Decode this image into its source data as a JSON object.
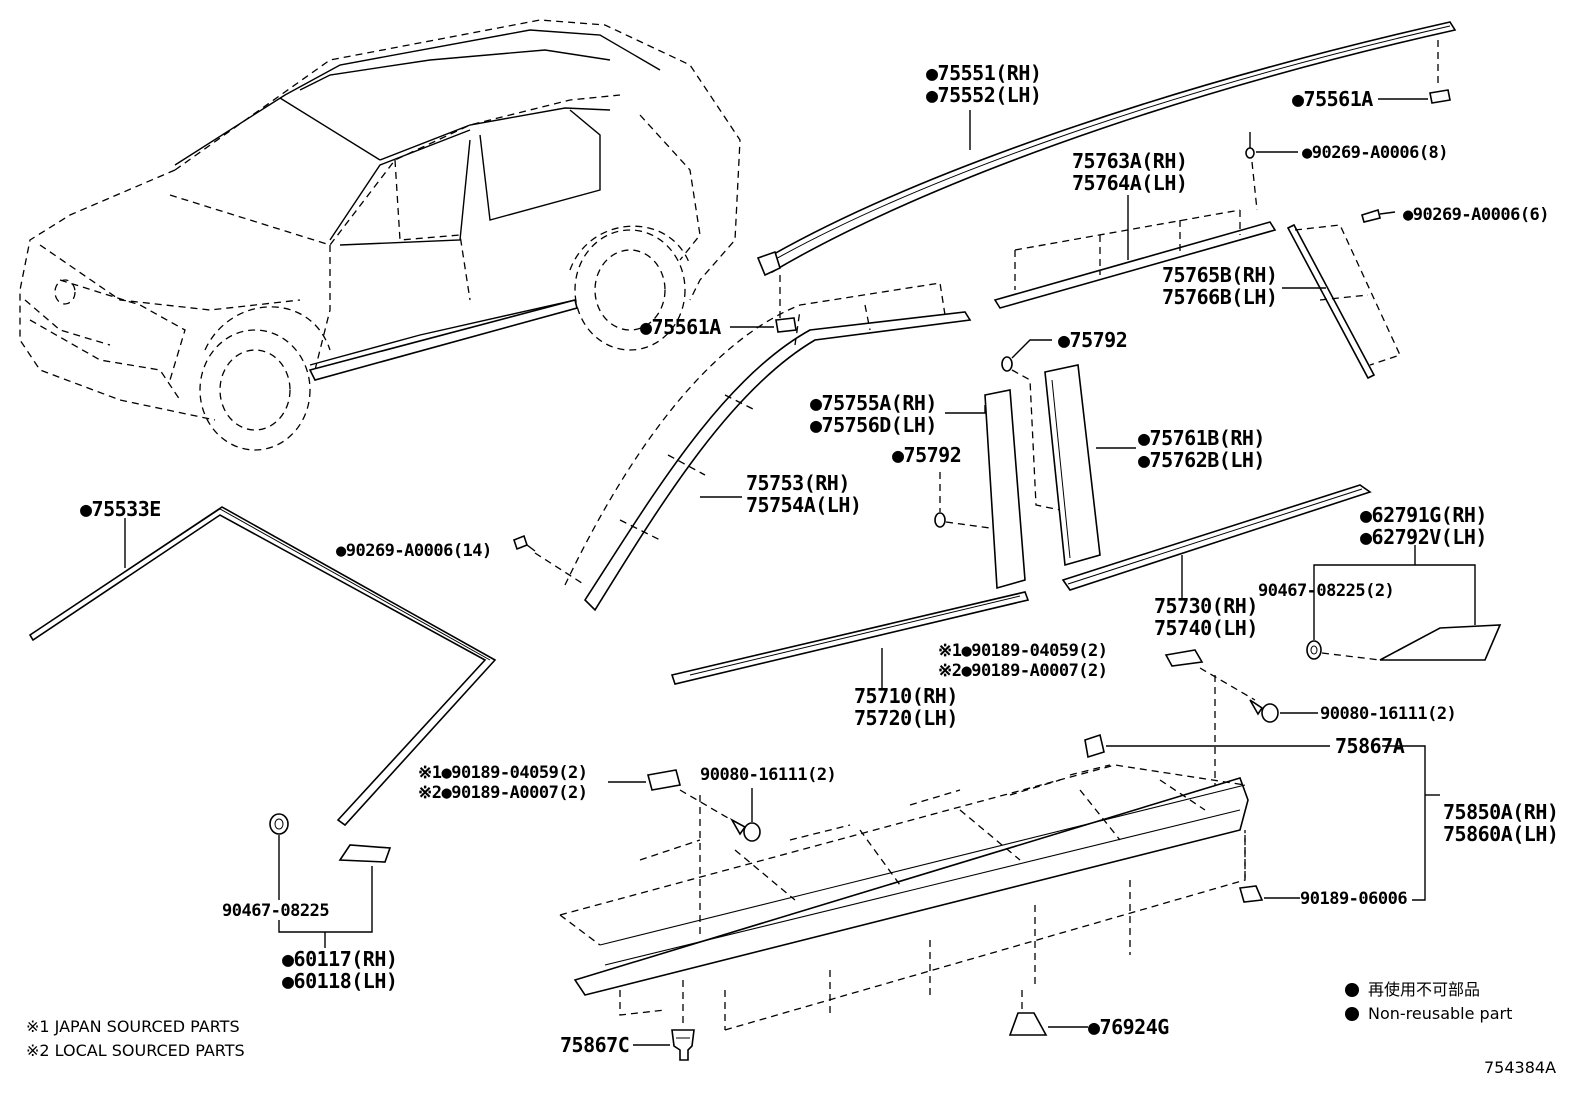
{
  "labels": {
    "l75551": "●75551(RH)",
    "l75552": "●75552(LH)",
    "l75561A_top": "●75561A",
    "l90269_8": "●90269-A0006(8)",
    "l75763A": "75763A(RH)",
    "l75764A": "75764A(LH)",
    "l90269_6": "●90269-A0006(6)",
    "l75765B": "75765B(RH)",
    "l75766B": "75766B(LH)",
    "l75561A_mid": "●75561A",
    "l75792_a": "●75792",
    "l75755A": "●75755A(RH)",
    "l75756D": "●75756D(LH)",
    "l75792_b": "●75792",
    "l75761B": "●75761B(RH)",
    "l75762B": "●75762B(LH)",
    "l75753": "75753(RH)",
    "l75754A": "75754A(LH)",
    "l75533E": "●75533E",
    "l90269_14": "●90269-A0006(14)",
    "l62791G": "●62791G(RH)",
    "l62792V": "●62792V(LH)",
    "l90467_2": "90467-08225(2)",
    "l75730": "75730(RH)",
    "l75740": "75740(LH)",
    "l90189_04059_r": "※1●90189-04059(2)",
    "l90189_A0007_r": "※2●90189-A0007(2)",
    "l75710": "75710(RH)",
    "l75720": "75720(LH)",
    "l90080_r": "90080-16111(2)",
    "l75867A": "75867A",
    "l90189_04059_l": "※1●90189-04059(2)",
    "l90189_A0007_l": "※2●90189-A0007(2)",
    "l90080_l": "90080-16111(2)",
    "l75850A": "75850A(RH)",
    "l75860A": "75860A(LH)",
    "l90467": "90467-08225",
    "l90189_06006": "90189-06006",
    "l60117": "●60117(RH)",
    "l60118": "●60118(LH)",
    "l75867C": "75867C",
    "l76924G": "●76924G"
  },
  "notes": {
    "n1": "※1 JAPAN SOURCED PARTS",
    "n2": "※2 LOCAL SOURCED PARTS"
  },
  "legend": {
    "jp": "再使用不可部品",
    "en": "Non-reusable part"
  },
  "figure_code": "754384A"
}
